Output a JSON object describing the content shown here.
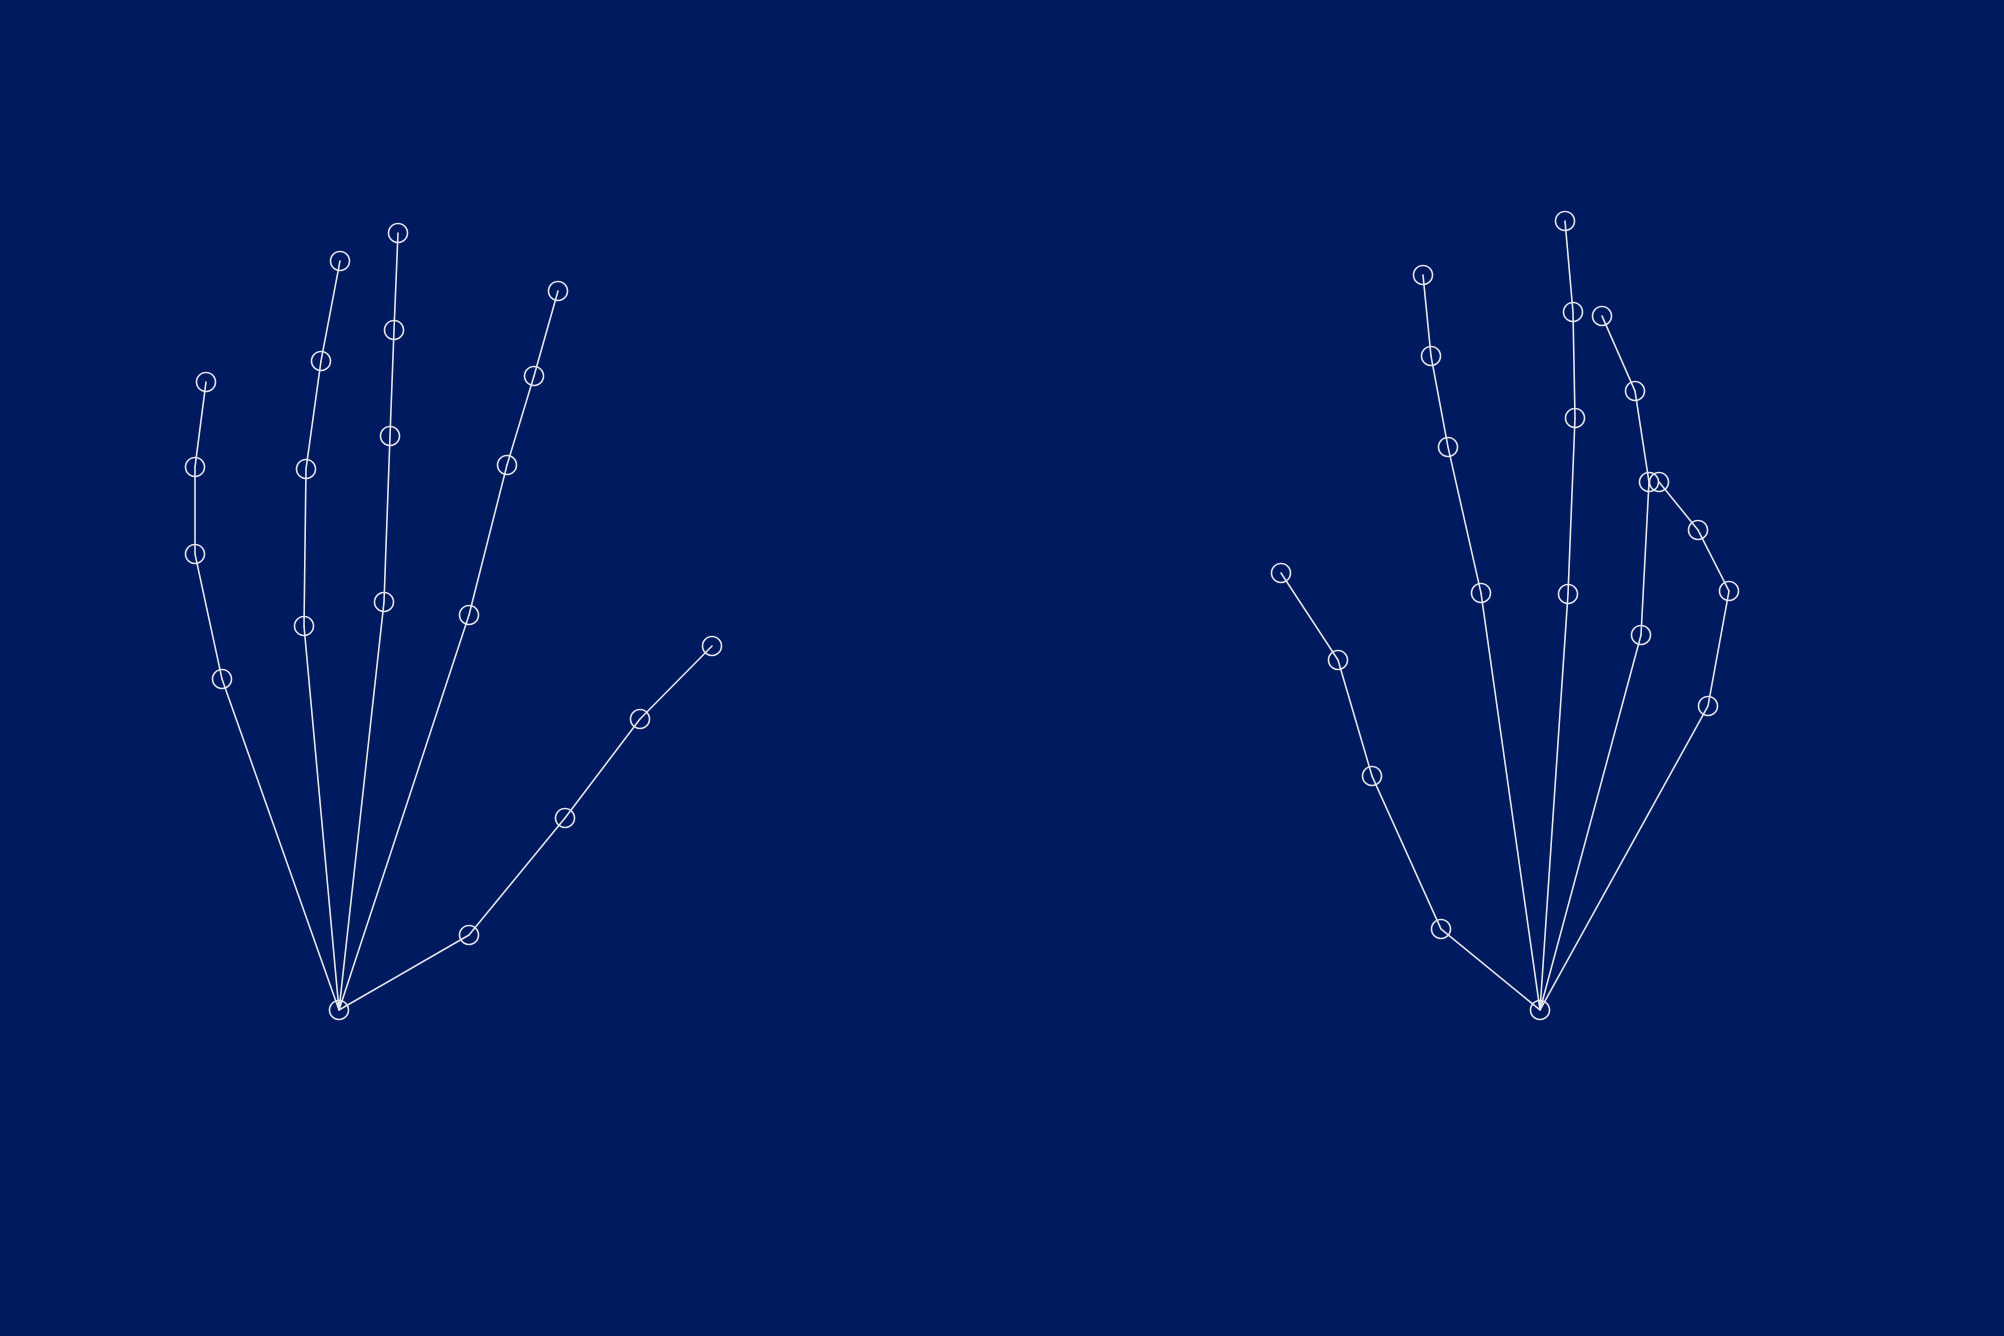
{
  "background_color": "#001a5f",
  "line_color": "#e6e6ec",
  "hands": [
    {
      "name": "left-hand",
      "connections": [
        [
          0,
          1
        ],
        [
          1,
          2
        ],
        [
          2,
          3
        ],
        [
          3,
          4
        ],
        [
          0,
          5
        ],
        [
          5,
          6
        ],
        [
          6,
          7
        ],
        [
          7,
          8
        ],
        [
          0,
          9
        ],
        [
          9,
          10
        ],
        [
          10,
          11
        ],
        [
          11,
          12
        ],
        [
          0,
          13
        ],
        [
          13,
          14
        ],
        [
          14,
          15
        ],
        [
          15,
          16
        ],
        [
          0,
          17
        ],
        [
          17,
          18
        ],
        [
          18,
          19
        ],
        [
          19,
          20
        ]
      ]
    },
    {
      "name": "right-hand",
      "connections": [
        [
          0,
          1
        ],
        [
          1,
          2
        ],
        [
          2,
          3
        ],
        [
          3,
          4
        ],
        [
          0,
          5
        ],
        [
          5,
          6
        ],
        [
          6,
          7
        ],
        [
          7,
          8
        ],
        [
          0,
          9
        ],
        [
          9,
          10
        ],
        [
          10,
          11
        ],
        [
          11,
          12
        ],
        [
          0,
          13
        ],
        [
          13,
          14
        ],
        [
          14,
          15
        ],
        [
          15,
          16
        ],
        [
          0,
          17
        ],
        [
          17,
          18
        ],
        [
          18,
          19
        ],
        [
          19,
          20
        ]
      ]
    }
  ]
}
